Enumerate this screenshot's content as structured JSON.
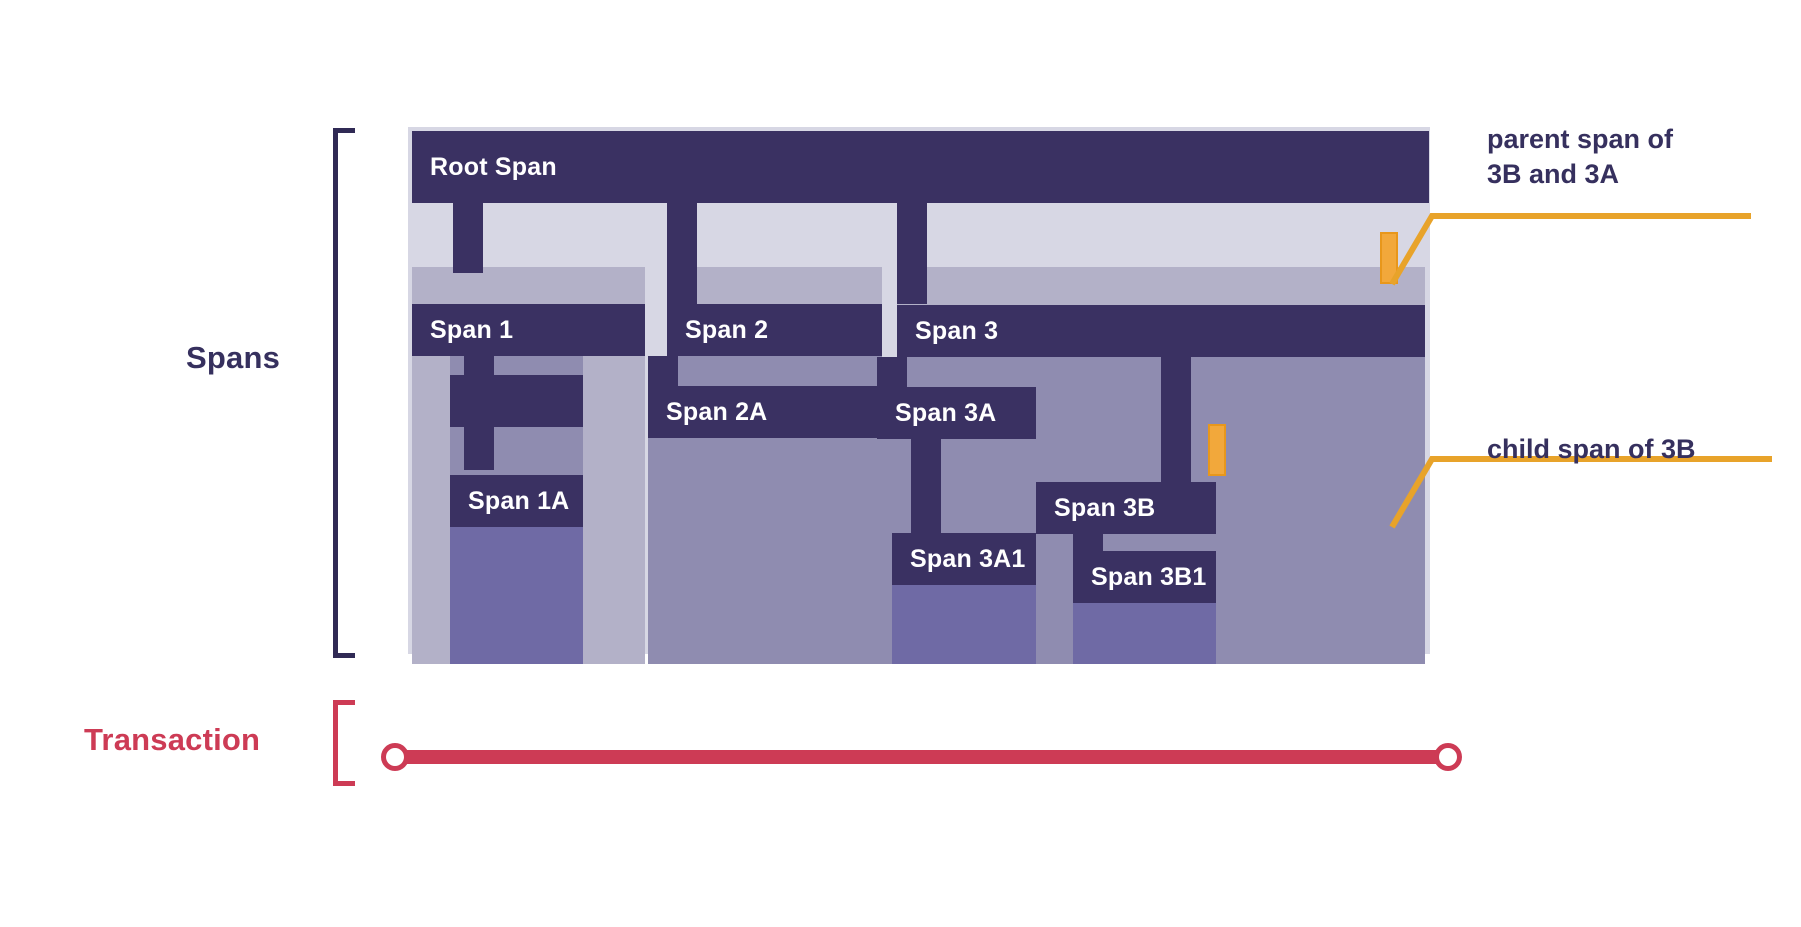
{
  "diagram": {
    "title": "Distributed trace: spans and transaction",
    "sections": {
      "spans_label": "Spans",
      "transaction_label": "Transaction"
    },
    "colors": {
      "span_bar": "#3a3162",
      "container": "#d7d7e4",
      "body_level1": "#b3b1c8",
      "body_level2": "#8f8cb0",
      "body_level3": "#6f6aa5",
      "marker_orange": "#f2a83b",
      "callout_line": "#e8a32a",
      "transaction_red": "#cd3b55",
      "text_dark": "#36305e"
    },
    "spans": [
      {
        "id": "root",
        "label": "Root Span",
        "depth": 0
      },
      {
        "id": "s1",
        "label": "Span 1",
        "depth": 1
      },
      {
        "id": "s1a",
        "label": "Span 1A",
        "depth": 2
      },
      {
        "id": "s2",
        "label": "Span 2",
        "depth": 1
      },
      {
        "id": "s2a",
        "label": "Span 2A",
        "depth": 2
      },
      {
        "id": "s3",
        "label": "Span 3",
        "depth": 1
      },
      {
        "id": "s3a",
        "label": "Span 3A",
        "depth": 2
      },
      {
        "id": "s3a1",
        "label": "Span 3A1",
        "depth": 3
      },
      {
        "id": "s3b",
        "label": "Span 3B",
        "depth": 2
      },
      {
        "id": "s3b1",
        "label": "Span 3B1",
        "depth": 3
      }
    ],
    "callouts": [
      {
        "id": "callout-parent",
        "text": "parent span of\n3B and 3A",
        "target": "s3"
      },
      {
        "id": "callout-child",
        "text": "child span of 3B",
        "target": "s3b1"
      }
    ]
  }
}
